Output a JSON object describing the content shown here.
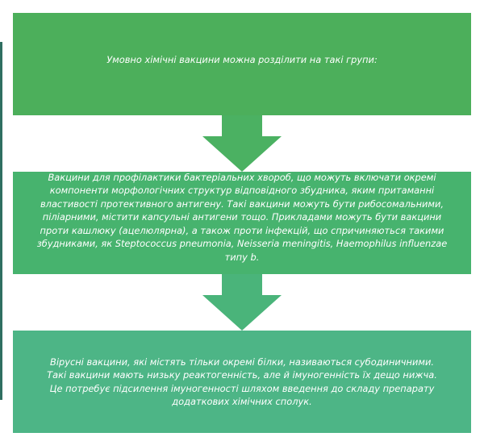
{
  "diagram": {
    "steps": [
      {
        "text": "Умовно хімічні вакцини можна розділити на такі групи:"
      },
      {
        "text": "Вакцини для профілактики бактеріальних хвороб, що можуть включати окремі компоненти морфологічних структур відповідного збудника, яким притаманні властивості протективного антигену. Такі вакцини можуть бути рибосомальними, піліарними, містити капсульні антигени тощо. Прикладами можуть бути вакцини проти кашлюку (ацелюлярна), а також проти інфекцій, що спричиняються такими збудниками, як Steptococcus pneumonia, Neisseria meningitis, Haemophilus influenzae типу b."
      },
      {
        "text": "Вірусні вакцини, які містять тільки окремі білки, називаються субодиничними. Такі вакцини мають низьку реактогенність, але й імуногенність їх дещо нижча. Це потребує підсилення імуногенності шляхом введення до складу препарату додаткових хімічних сполук."
      }
    ],
    "colors": {
      "box_1": "#4caf5b",
      "box_2": "#47b36e",
      "box_3": "#4db586",
      "arrow_1": "#4bb162",
      "arrow_2": "#4ab47a",
      "text": "#ffffff",
      "sidebar_line": "#2f6f61"
    },
    "icons": [
      "arrow-down-icon",
      "arrow-down-icon"
    ]
  }
}
